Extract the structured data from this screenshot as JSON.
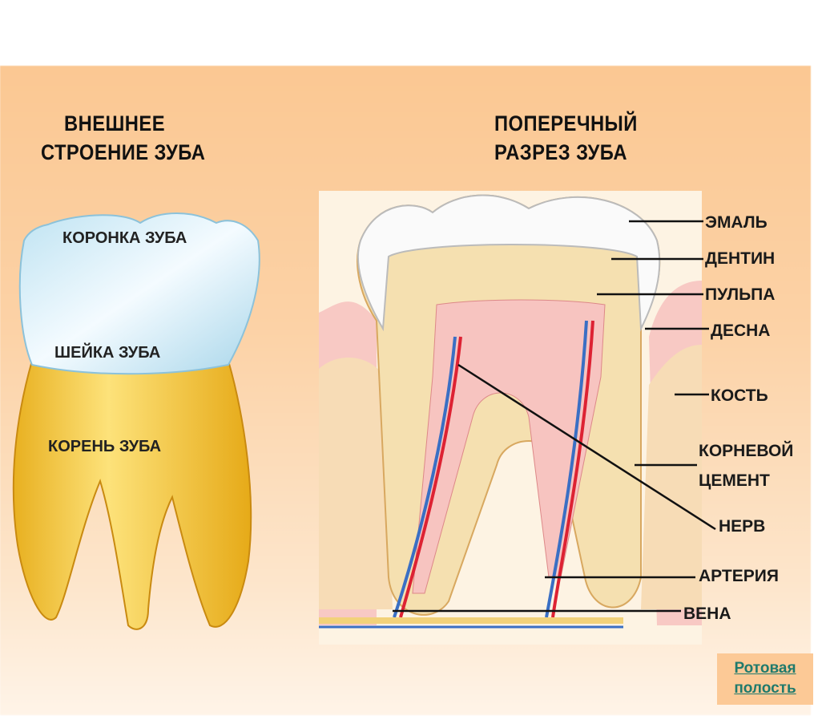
{
  "titles": {
    "left": [
      "ВНЕШНЕЕ",
      "СТРОЕНИЕ ЗУБА"
    ],
    "right": [
      "ПОПЕРЕЧНЫЙ",
      "РАЗРЕЗ ЗУБА"
    ]
  },
  "external_labels": [
    "КОРОНКА ЗУБА",
    "ШЕЙКА ЗУБА",
    "КОРЕНЬ ЗУБА"
  ],
  "section_labels": [
    "ЭМАЛЬ",
    "ДЕНТИН",
    "ПУЛЬПА",
    "ДЕСНА",
    "КОСТЬ",
    "КОРНЕВОЙ",
    "ЦЕМЕНТ",
    "НЕРВ",
    "АРТЕРИЯ",
    "ВЕНА"
  ],
  "nav_link": [
    "Ротовая",
    "полость"
  ],
  "colors": {
    "background": "#fbc893",
    "link": "#1f7a6c"
  }
}
